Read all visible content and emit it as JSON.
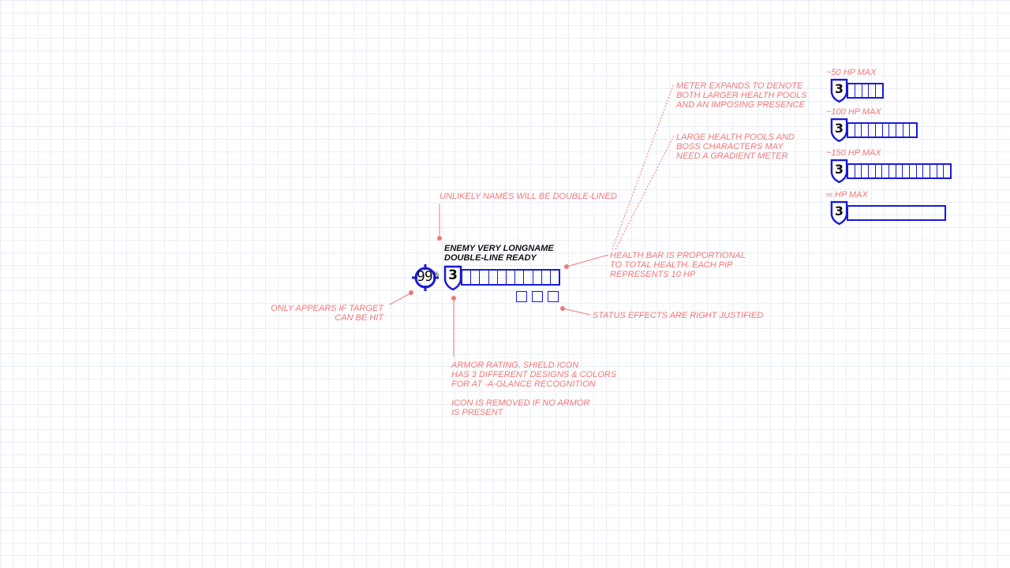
{
  "annotations": {
    "double_line": "UNLIKELY NAMES WILL BE DOUBLE-LINED",
    "meter_expands": "METER EXPANDS TO DENOTE\nBOTH LARGER HEALTH POOLS\nAND AN IMPOSING PRESENCE",
    "gradient_meter": "LARGE HEALTH POOLS AND\nBOSS CHARACTERS MAY\nNEED A GRADIENT METER",
    "health_bar": "HEALTH BAR IS PROPORTIONAL\nTO TOTAL HEALTH. EACH PIP\nREPRESENTS 10 HP",
    "hit_chance": "ONLY APPEARS IF TARGET\nCAN BE HIT",
    "status_effects": "STATUS EFFECTS ARE RIGHT JUSTIFIED",
    "armor_rating": "ARMOR RATING. SHIELD ICON\nHAS 3 DIFFERENT DESIGNS & COLORS\nFOR AT -A-GLANCE RECOGNITION\n\nICON IS REMOVED IF NO ARMOR\nIS PRESENT"
  },
  "enemy": {
    "name": "ENEMY VERY LONGNAME\nDOUBLE-LINE READY",
    "hit_chance": "99",
    "hit_unit": "%",
    "armor": "3",
    "health_pips": 11,
    "status_effects": 3
  },
  "tiers": [
    {
      "label": "~50 HP MAX",
      "armor": "3",
      "pips": 5
    },
    {
      "label": "~100 HP MAX",
      "armor": "3",
      "pips": 10
    },
    {
      "label": "~150 HP MAX",
      "armor": "3",
      "pips": 15
    },
    {
      "label": "∞  HP MAX",
      "armor": "3",
      "pips": 1
    }
  ],
  "colors": {
    "annotation": "#f07878",
    "meter": "#1a1ad6",
    "text": "#111111",
    "grid": "#e8eef8"
  },
  "icons": {
    "armor": "shield-icon",
    "hit_chance": "crosshair-icon"
  }
}
